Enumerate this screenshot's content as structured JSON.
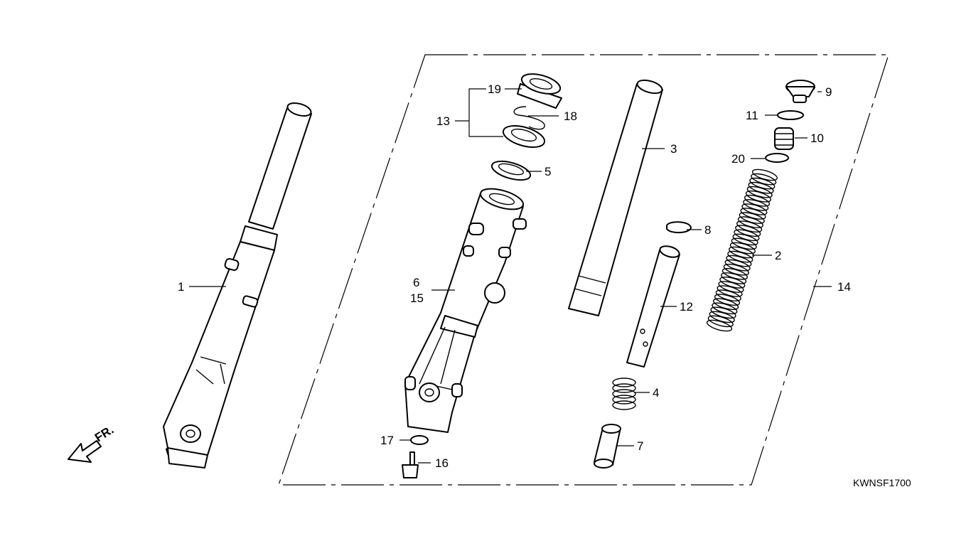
{
  "diagram_code": "KWNSF1700",
  "front_label": "FR.",
  "callouts": {
    "c1": "1",
    "c2": "2",
    "c3": "3",
    "c4": "4",
    "c5": "5",
    "c6": "6",
    "c7": "7",
    "c8": "8",
    "c9": "9",
    "c10": "10",
    "c11": "11",
    "c12": "12",
    "c13": "13",
    "c14": "14",
    "c15": "15",
    "c16": "16",
    "c17": "17",
    "c18": "18",
    "c19": "19",
    "c20": "20"
  }
}
